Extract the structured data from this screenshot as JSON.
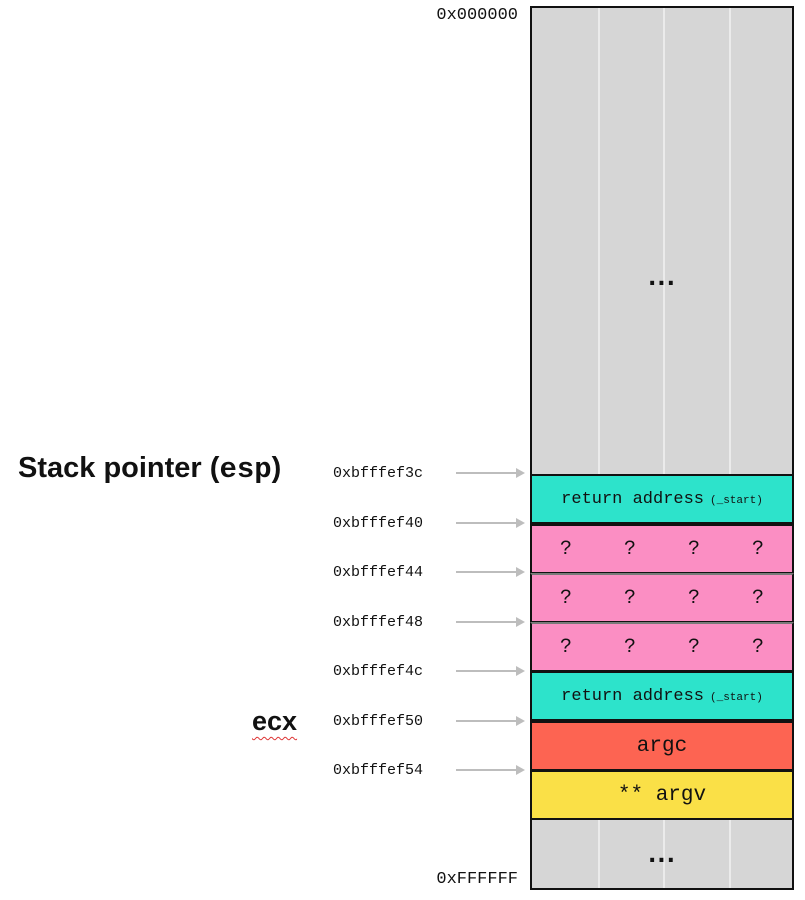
{
  "top_address": "0x000000",
  "bottom_address": "0xFFFFFF",
  "gap_top": "...",
  "gap_bottom": "...",
  "registers": {
    "esp_prefix": "Stack pointer (",
    "esp_name": "esp",
    "esp_suffix": ")",
    "ecx": "ecx"
  },
  "addresses": [
    "0xbfffef3c",
    "0xbfffef40",
    "0xbfffef44",
    "0xbfffef48",
    "0xbfffef4c",
    "0xbfffef50",
    "0xbfffef54"
  ],
  "cells": {
    "ret1_main": "return address",
    "ret1_sub": "(_start)",
    "unknown": "?",
    "ret2_main": "return address",
    "ret2_sub": "(_start)",
    "argc": "argc",
    "argv": "** argv"
  },
  "colors": {
    "teal": "#2de3cb",
    "pink": "#fb8ec3",
    "red": "#fd6452",
    "yellow": "#fae047",
    "gray": "#d6d6d6"
  }
}
